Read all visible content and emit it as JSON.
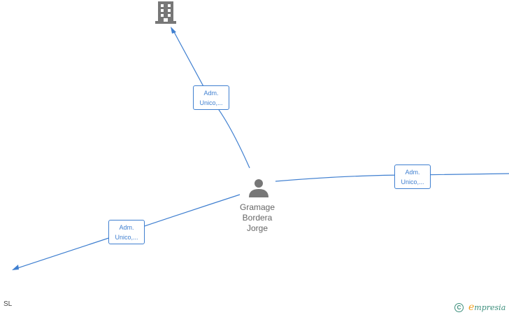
{
  "diagram": {
    "person": {
      "name_lines": [
        "Gramage",
        "Bordera",
        "Jorge"
      ],
      "icon": "person-icon"
    },
    "company_node": {
      "icon": "building-icon"
    },
    "relations": [
      {
        "line1": "Adm.",
        "line2": "Unico,..."
      },
      {
        "line1": "Adm.",
        "line2": "Unico,..."
      },
      {
        "line1": "Adm.",
        "line2": "Unico,..."
      }
    ],
    "corner_label": "SL"
  },
  "brand": {
    "copyright_symbol": "C",
    "initial": "e",
    "rest": "mpresia"
  },
  "colors": {
    "edge": "#3f7fd0",
    "node_icon": "#777777",
    "brand_green": "#3d8f7c",
    "brand_orange": "#f0a020"
  }
}
